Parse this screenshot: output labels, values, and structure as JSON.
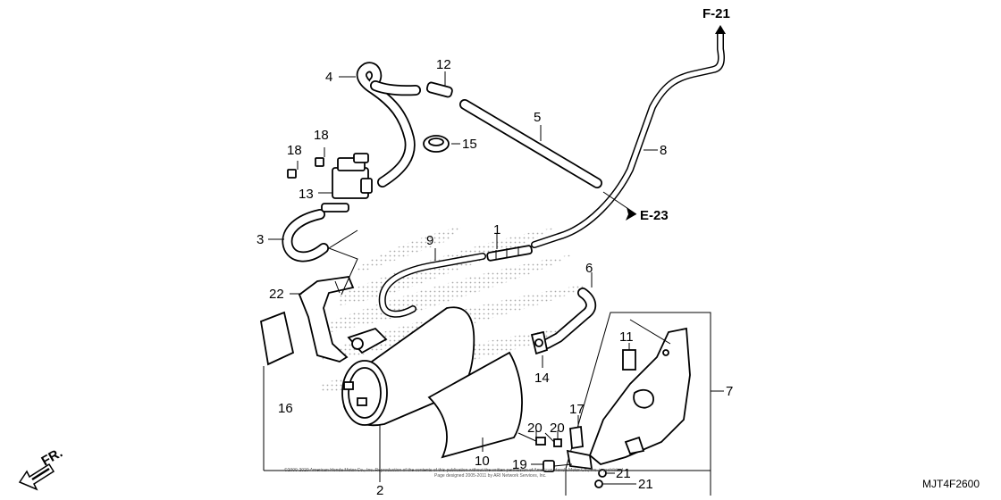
{
  "callouts": {
    "c1": "1",
    "c2": "2",
    "c3": "3",
    "c4": "4",
    "c5": "5",
    "c6": "6",
    "c7": "7",
    "c8": "8",
    "c9": "9",
    "c10": "10",
    "c11": "11",
    "c12": "12",
    "c13": "13",
    "c14": "14",
    "c15": "15",
    "c16": "16",
    "c17": "17",
    "c18a": "18",
    "c18b": "18",
    "c19": "19",
    "c20a": "20",
    "c20b": "20",
    "c21a": "21",
    "c21b": "21",
    "c22": "22"
  },
  "references": {
    "f21": "F-21",
    "e23": "E-23",
    "front": "FR."
  },
  "diagram_code": "MJT4F2600",
  "copyright_line1": "©2000-2020 American Honda Motor Co., Inc. Reproduction of the contents of this publication without the written permission of American Honda Motor Co., Inc. is prohibited",
  "copyright_line2": "Page designed 2005-2011 by ARI Network Services, Inc.",
  "watermark_color": "#c9c9c9"
}
